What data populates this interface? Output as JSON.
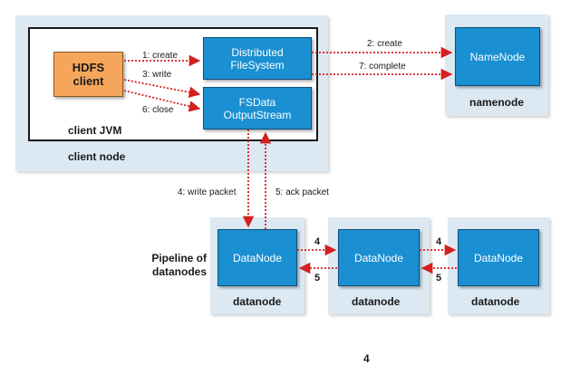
{
  "client_node": {
    "title": "client node",
    "jvm_title": "client JVM",
    "hdfs_client": "HDFS\nclient",
    "distributed_fs": "Distributed\nFileSystem",
    "fsdata_output": "FSData\nOutputStream"
  },
  "namenode_node": {
    "box": "NameNode",
    "title": "namenode"
  },
  "steps": {
    "create1": "1: create",
    "create2": "2: create",
    "write3": "3: write",
    "write_packet4": "4: write packet",
    "ack_packet5": "5: ack packet",
    "close6": "6: close",
    "complete7": "7: complete"
  },
  "pipeline_label": "Pipeline of\ndatanodes",
  "datanodes": [
    {
      "box": "DataNode",
      "title": "datanode"
    },
    {
      "box": "DataNode",
      "title": "datanode"
    },
    {
      "box": "DataNode",
      "title": "datanode"
    }
  ],
  "pipeline_arrows": {
    "forward": "4",
    "back": "5"
  },
  "figure_number": "4",
  "colors": {
    "panel": "#dce9f3",
    "box_blue": "#1a8fd1",
    "box_orange": "#f6a65a",
    "arrow_red": "#d42020"
  }
}
